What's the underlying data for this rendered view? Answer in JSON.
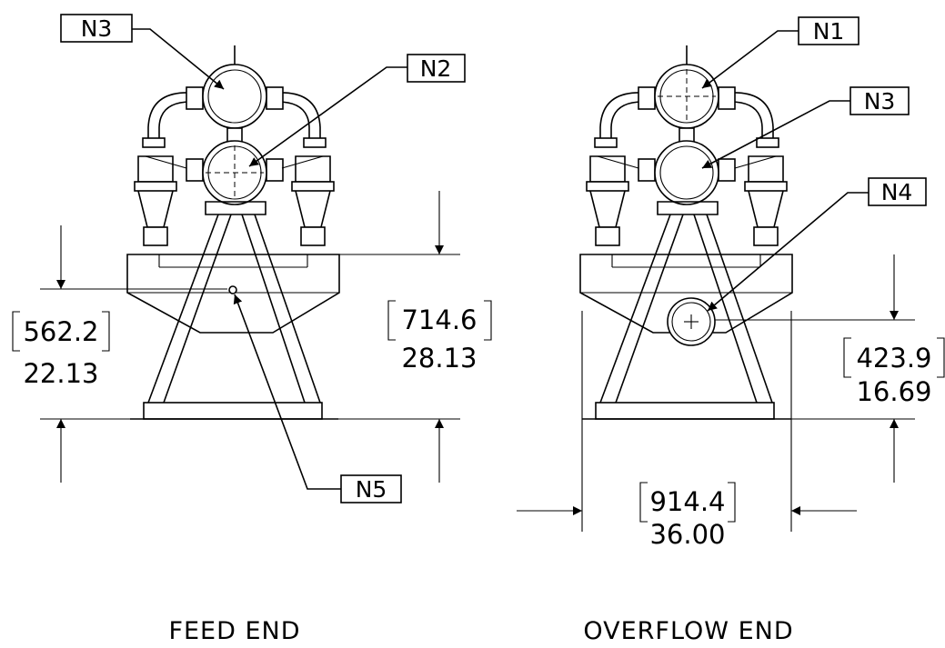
{
  "views": [
    {
      "title": "FEED END",
      "callouts": [
        "N3",
        "N2",
        "N5"
      ],
      "dimensions": [
        {
          "metric": "562.2",
          "imperial": "22.13"
        },
        {
          "metric": "714.6",
          "imperial": "28.13"
        }
      ]
    },
    {
      "title": "OVERFLOW END",
      "callouts": [
        "N1",
        "N3",
        "N4"
      ],
      "dimensions": [
        {
          "metric": "423.9",
          "imperial": "16.69"
        },
        {
          "metric": "914.4",
          "imperial": "36.00"
        }
      ]
    }
  ]
}
